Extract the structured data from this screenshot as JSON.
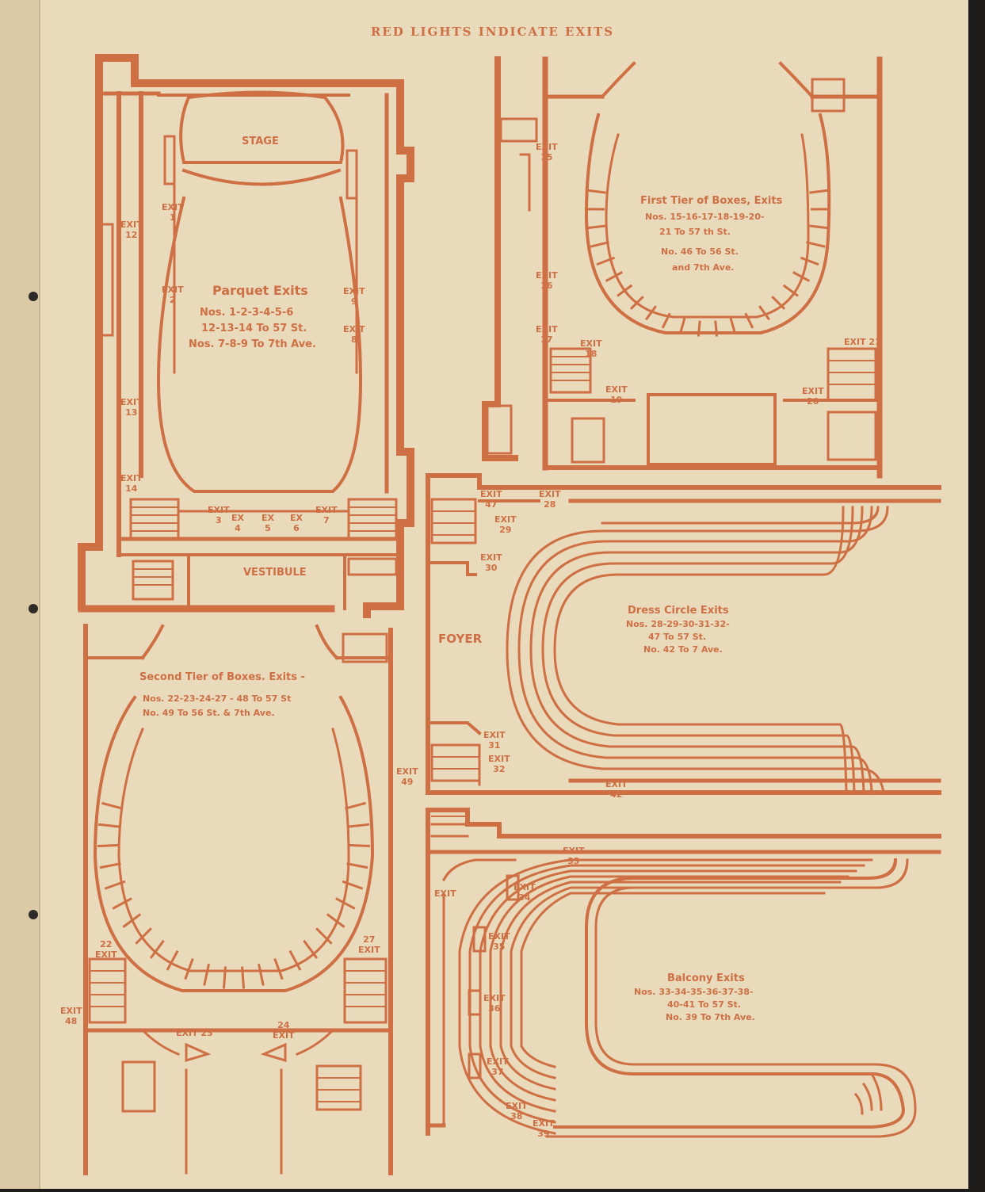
{
  "header": "RED LIGHTS INDICATE EXITS",
  "colors": {
    "paper": "#ebdcbe",
    "ink": "#cf6f44",
    "margin_dark": "#1f1d1b"
  },
  "parquet": {
    "stage": "STAGE",
    "vestibule": "VESTIBULE",
    "title": "Parquet Exits",
    "line1": "Nos. 1-2-3-4-5-6",
    "line2": "12-13-14 To 57 St.",
    "line3": "Nos. 7-8-9 To 7th Ave.",
    "exits": {
      "e1": "EXIT\n1",
      "e2": "EXIT\n2",
      "e3": "EXIT\n3",
      "e4": "EX\n4",
      "e5": "EX\n5",
      "e6": "EX\n6",
      "e7": "EXIT\n7",
      "e8": "EXIT\n8",
      "e9": "EXIT\n9",
      "e12": "EXIT\n12",
      "e13": "EXIT\n13",
      "e14": "EXIT\n14"
    }
  },
  "first_tier": {
    "title": "First Tier of Boxes, Exits",
    "line1": "Nos. 15-16-17-18-19-20-",
    "line2": "21 To 57 th St.",
    "line3": "No. 46 To 56 St.",
    "line4": "and 7th Ave.",
    "exits": {
      "e15": "EXIT\n15",
      "e16": "EXIT\n16",
      "e17": "EXIT\n17",
      "e18": "EXIT\n18",
      "e19": "EXIT\n19",
      "e20": "EXIT\n20",
      "e21": "EXIT 21"
    }
  },
  "dress_circle": {
    "foyer": "FOYER",
    "title": "Dress Circle Exits",
    "line1": "Nos. 28-29-30-31-32-",
    "line2": "47 To 57 St.",
    "line3": "No. 42 To 7 Ave.",
    "exits": {
      "e47": "EXIT\n47",
      "e28": "EXIT\n28",
      "e29": "EXIT\n29",
      "e30": "EXIT\n30",
      "e31": "EXIT\n31",
      "e32": "EXIT\n32",
      "e42": "EXIT\n42"
    }
  },
  "second_tier": {
    "title": "Second Tier of Boxes. Exits -",
    "line1": "Nos. 22-23-24-27 - 48 To 57 St",
    "line2": "No. 49 To 56 St. & 7th Ave.",
    "exits": {
      "e22": "22\nEXIT",
      "e27": "27\nEXIT",
      "e48": "EXIT\n48",
      "e23": "EXIT 23",
      "e24": "24\nEXIT",
      "e49": "EXIT\n49"
    }
  },
  "balcony": {
    "title": "Balcony Exits",
    "line1": "Nos. 33-34-35-36-37-38-",
    "line2": "40-41 To 57 St.",
    "line3": "No. 39 To 7th Ave.",
    "exits": {
      "e33": "EXIT\n33",
      "e34": "EXIT\n34",
      "e35": "EXIT\n35",
      "e36": "EXIT\n36",
      "e37": "EXIT\n37",
      "e38": "EXIT\n38",
      "e39": "EXIT\n39",
      "ex": "EXIT"
    }
  }
}
